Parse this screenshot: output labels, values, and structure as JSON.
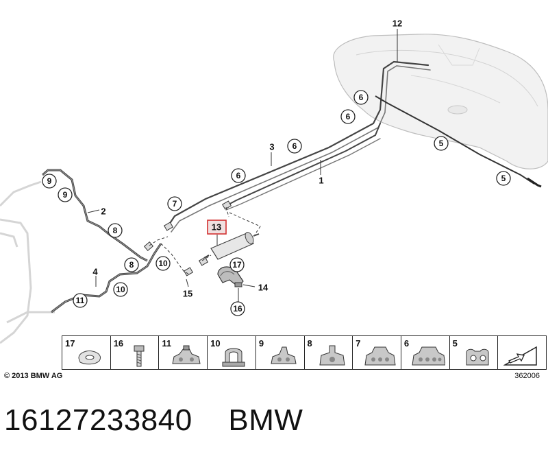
{
  "callouts": {
    "c12": "12",
    "c6a": "6",
    "c6b": "6",
    "c6c": "6",
    "c6d": "6",
    "c5a": "5",
    "c5b": "5",
    "c3": "3",
    "c1": "1",
    "c2": "2",
    "c9a": "9",
    "c9b": "9",
    "c8a": "8",
    "c8b": "8",
    "c7": "7",
    "c13": "13",
    "c10a": "10",
    "c10b": "10",
    "c4": "4",
    "c11": "11",
    "c15": "15",
    "c17": "17",
    "c14": "14",
    "c16": "16"
  },
  "legend": [
    {
      "number": "17",
      "icon": "washer-icon"
    },
    {
      "number": "16",
      "icon": "bolt-icon"
    },
    {
      "number": "11",
      "icon": "clip-icon"
    },
    {
      "number": "10",
      "icon": "clamp-icon"
    },
    {
      "number": "9",
      "icon": "clip-icon"
    },
    {
      "number": "8",
      "icon": "clip-icon"
    },
    {
      "number": "7",
      "icon": "multi-clip-icon"
    },
    {
      "number": "6",
      "icon": "multi-clip-icon"
    },
    {
      "number": "5",
      "icon": "clip-icon"
    },
    {
      "number": "",
      "icon": "arrow-icon"
    }
  ],
  "footer": {
    "copyright": "© 2013 BMW AG",
    "diagram_code": "362006"
  },
  "caption": {
    "part_number": "16127233840",
    "brand": "BMW"
  }
}
